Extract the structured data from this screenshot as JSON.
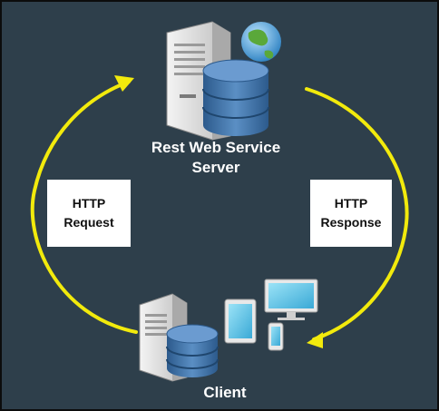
{
  "server": {
    "label_line1": "Rest Web Service",
    "label_line2": "Server"
  },
  "client": {
    "label": "Client"
  },
  "request": {
    "line1": "HTTP",
    "line2": "Request"
  },
  "response": {
    "line1": "HTTP",
    "line2": "Response"
  },
  "icons": [
    "server-icon",
    "database-icon",
    "globe-icon",
    "tablet-icon",
    "monitor-icon",
    "phone-icon"
  ],
  "colors": {
    "background": "#2e3f4b",
    "arrow": "#f2ea0c",
    "database": "#3d6fa6",
    "screen": "#5fc8e8"
  }
}
